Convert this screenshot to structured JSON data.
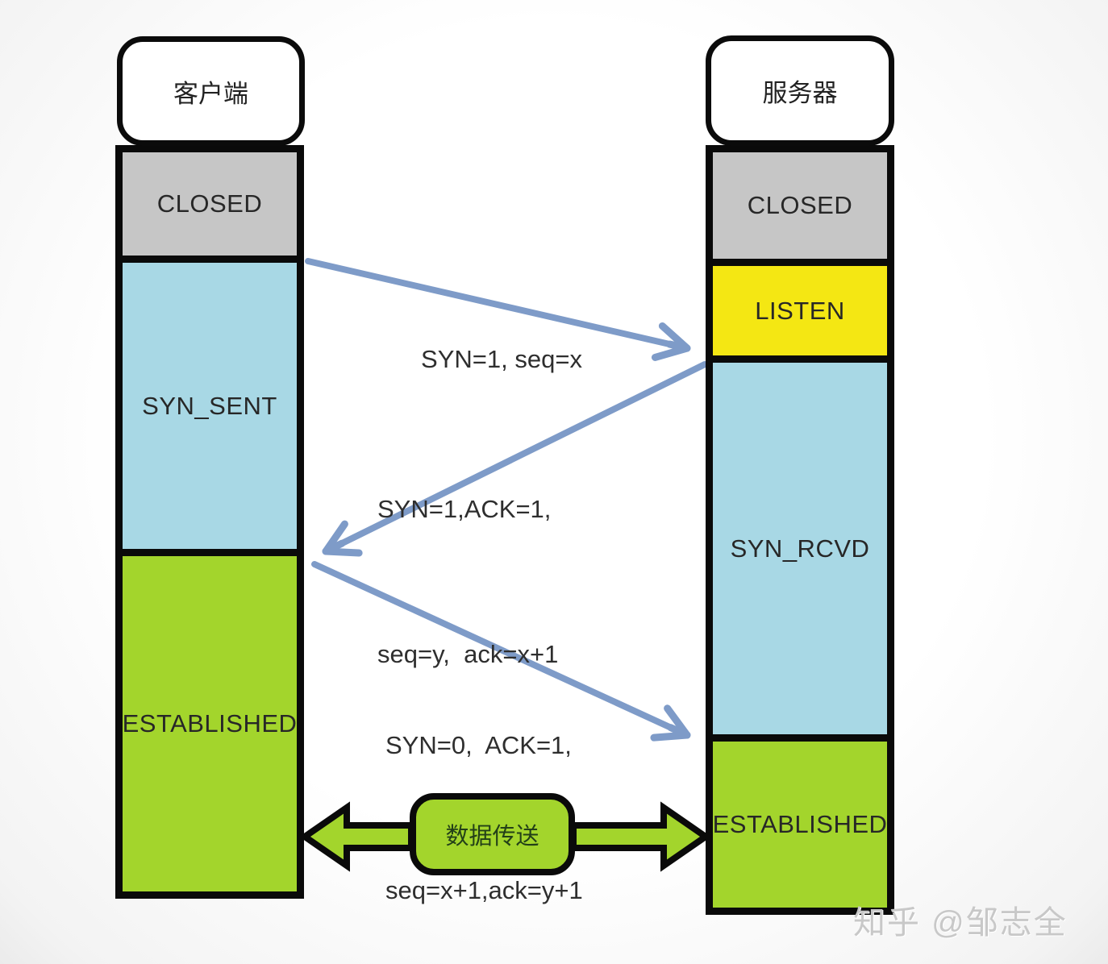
{
  "client": {
    "title": "客户端",
    "states": [
      {
        "label": "CLOSED",
        "color": "#c6c6c6"
      },
      {
        "label": "SYN_SENT",
        "color": "#a8d8e5"
      },
      {
        "label": "ESTABLISHED",
        "color": "#a3d52c"
      }
    ]
  },
  "server": {
    "title": "服务器",
    "states": [
      {
        "label": "CLOSED",
        "color": "#c6c6c6"
      },
      {
        "label": "LISTEN",
        "color": "#f4e713"
      },
      {
        "label": "SYN_RCVD",
        "color": "#a8d8e5"
      },
      {
        "label": "ESTABLISHED",
        "color": "#a3d52c"
      }
    ]
  },
  "messages": [
    {
      "lines": [
        "SYN=1, seq=x"
      ]
    },
    {
      "lines": [
        "SYN=1,ACK=1,",
        "seq=y,  ack=x+1"
      ]
    },
    {
      "lines": [
        "SYN=0,  ACK=1,",
        "seq=x+1,ack=y+1"
      ]
    }
  ],
  "data_transfer": {
    "label": "数据传送"
  },
  "watermark": "知乎 @邹志全",
  "colors": {
    "state_gray": "#c6c6c6",
    "state_blue": "#a8d8e5",
    "state_yellow": "#f4e713",
    "state_green": "#a3d52c",
    "handshake_arrow_blue": "#7e9bc8",
    "border_black": "#0a0a0a",
    "watermark_gray": "#c8c8c8"
  }
}
